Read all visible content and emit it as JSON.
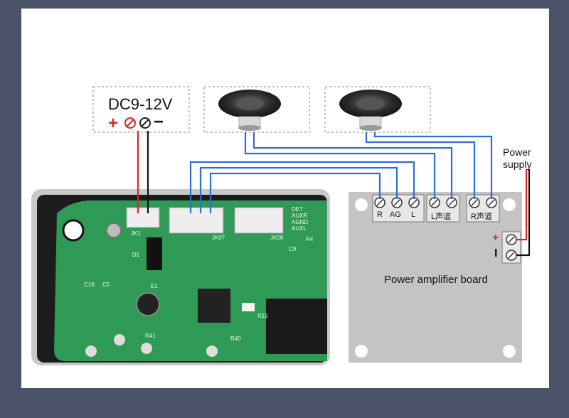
{
  "power_source": {
    "label": "DC9-12V",
    "plus": "+",
    "minus": "−"
  },
  "power_supply_label": [
    "Power",
    "supply"
  ],
  "amp_board": {
    "title": "Power amplifier board",
    "terminal_labels": [
      "R",
      "AG",
      "L",
      "L声道",
      "R声道"
    ],
    "plus": "+",
    "minus": "I"
  },
  "pcb": {
    "connector_labels": [
      "JK1",
      "JK07",
      "JK08"
    ],
    "pin_labels": [
      "DET",
      "AUXR",
      "AGND",
      "AUXL"
    ],
    "components": [
      "D1",
      "E1",
      "C16",
      "C5",
      "R15",
      "R4",
      "R41",
      "R40",
      "C9"
    ]
  },
  "colors": {
    "frame": "#4a5269",
    "pcb_green": "#2f9a56",
    "wire_red": "#e02424",
    "wire_blue": "#2a6fd1",
    "amp_gray": "#c4c4c4"
  }
}
